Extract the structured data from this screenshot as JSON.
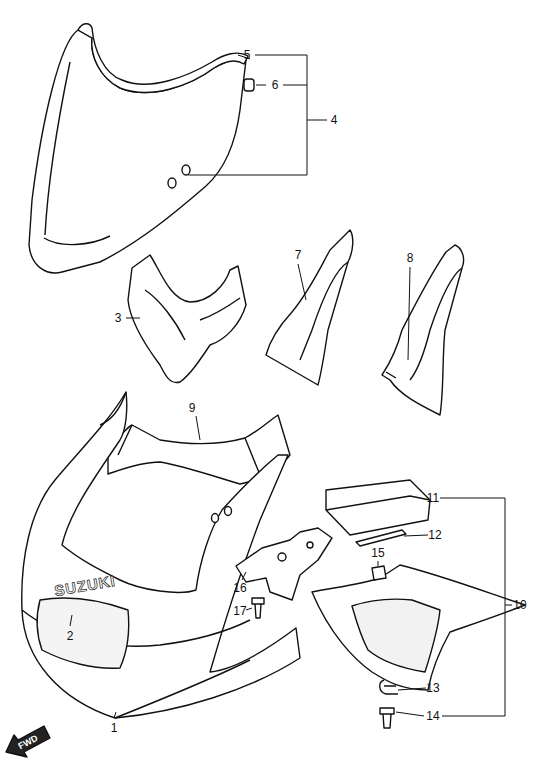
{
  "diagram": {
    "labels": [
      "5",
      "6",
      "4",
      "7",
      "8",
      "3",
      "9",
      "11",
      "12",
      "15",
      "10",
      "16",
      "17",
      "2",
      "13",
      "14",
      "1",
      "SUZUKI",
      "FWD"
    ]
  }
}
